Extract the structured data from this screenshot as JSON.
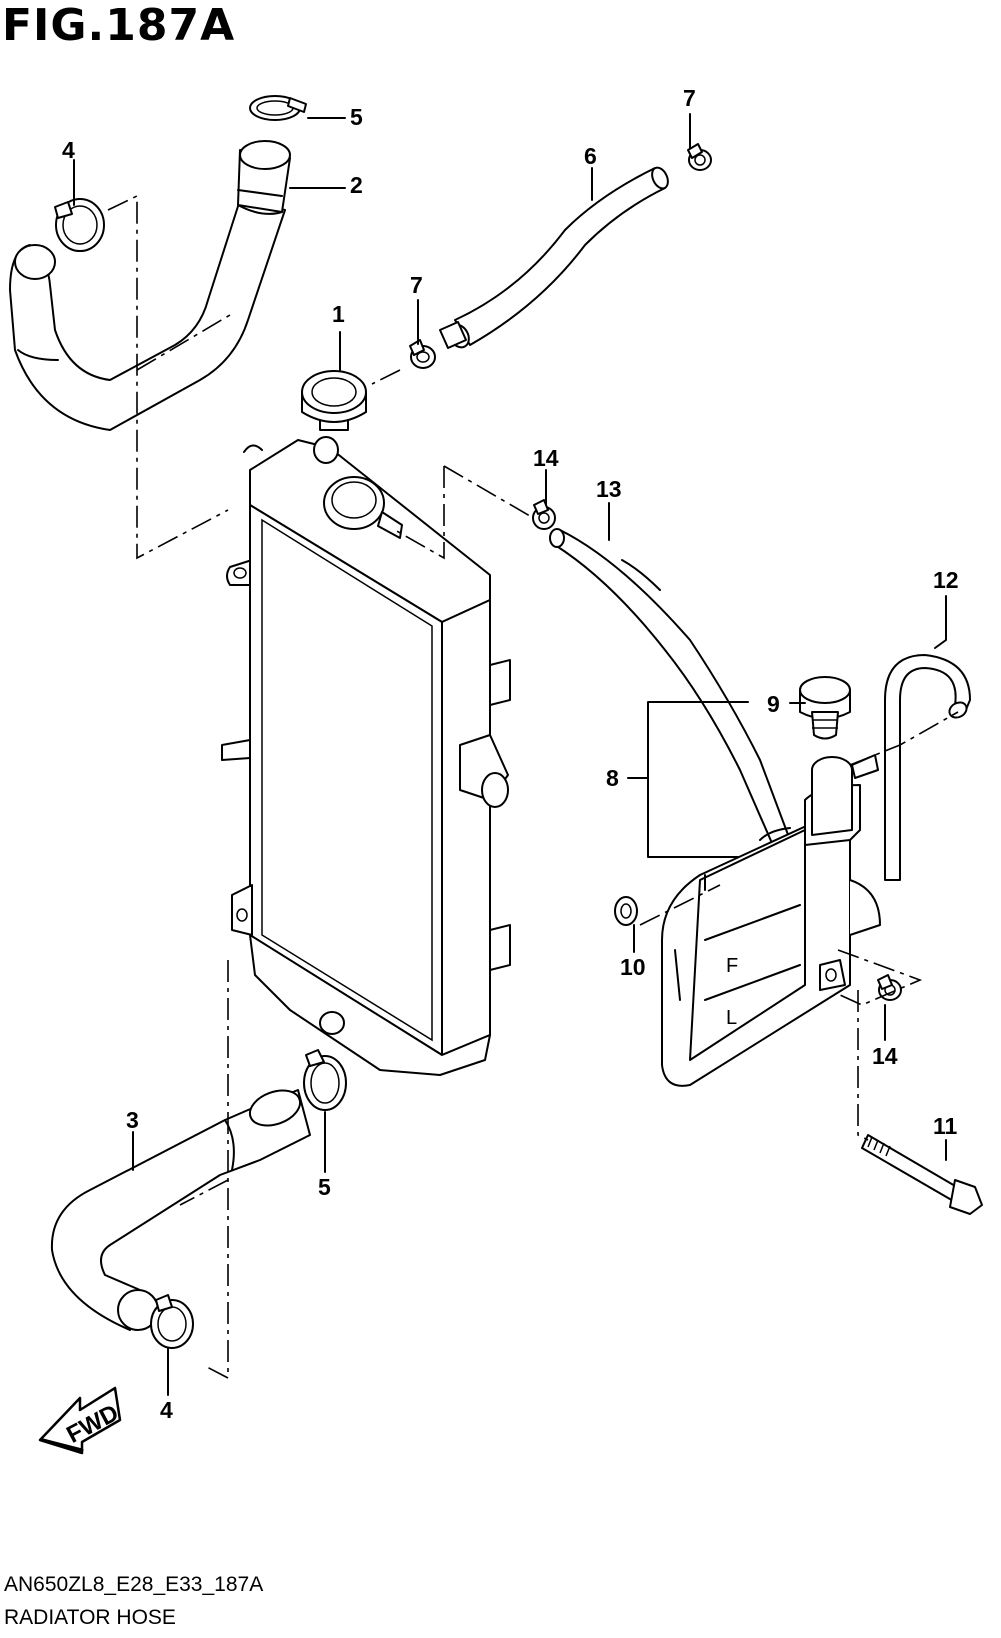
{
  "figure": {
    "title": "FIG.187A"
  },
  "footer": {
    "model_code": "AN650ZL8_E28_E33_187A",
    "section_name": "RADIATOR HOSE"
  },
  "fwd_arrow": {
    "label": "FWD"
  },
  "callouts": {
    "c1": "1",
    "c2": "2",
    "c3": "3",
    "c4a": "4",
    "c4b": "4",
    "c5a": "5",
    "c5b": "5",
    "c6": "6",
    "c7a": "7",
    "c7b": "7",
    "c8": "8",
    "c9": "9",
    "c10": "10",
    "c11": "11",
    "c12": "12",
    "c13": "13",
    "c14a": "14",
    "c14b": "14"
  },
  "tank_marks": {
    "full": "F",
    "low": "L"
  }
}
